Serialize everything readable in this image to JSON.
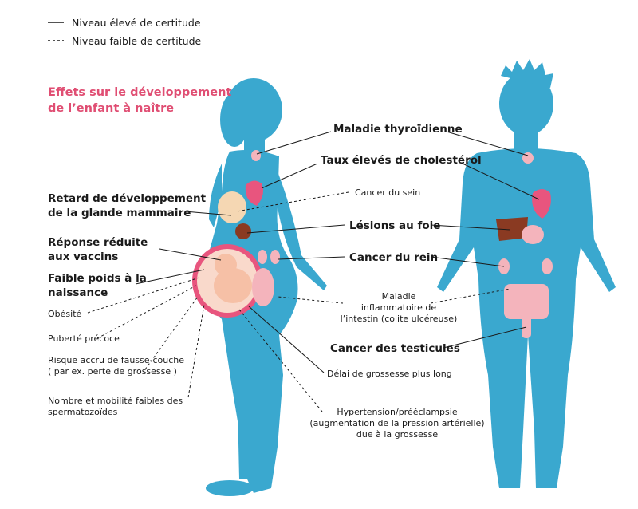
{
  "legend": {
    "solid": "Niveau élevé de certitude",
    "dashed": "Niveau faible de certitude"
  },
  "title": "Effets sur le développement\nde l’enfant à naître",
  "labels": {
    "retard": "Retard de développement\nde la glande mammaire",
    "vaccins": "Réponse réduite\naux vaccins",
    "poids": "Faible poids à la\nnaissance",
    "obesite": "Obésité",
    "puberte": "Puberté précoce",
    "fausse_couche": "Risque accru de fausse-couche\n( par ex. perte de grossesse )",
    "spermatozoides": "Nombre et mobilité faibles des\nspermatozoïdes",
    "thyroide": "Maladie thyroïdienne",
    "cholesterol": "Taux élevés de cholestérol",
    "sein": "Cancer du sein",
    "foie": "Lésions au foie",
    "rein": "Cancer du rein",
    "intestin": "Maladie\ninflammatoire de\nl’intestin (colite ulcéreuse)",
    "testicules": "Cancer des testicules",
    "delai": "Délai de grossesse plus long",
    "hypertension": "Hypertension/prééclampsie\n(augmentation de la pression artérielle)\ndue à la grossesse"
  },
  "colors": {
    "body": "#3aa8cf",
    "title": "#e04e73",
    "heart": "#e8557e",
    "liver": "#8a3a22",
    "organ": "#f4b4bc",
    "breast": "#f5d7b3",
    "womb": "#e8557e",
    "fetus": "#f6c0a6"
  }
}
